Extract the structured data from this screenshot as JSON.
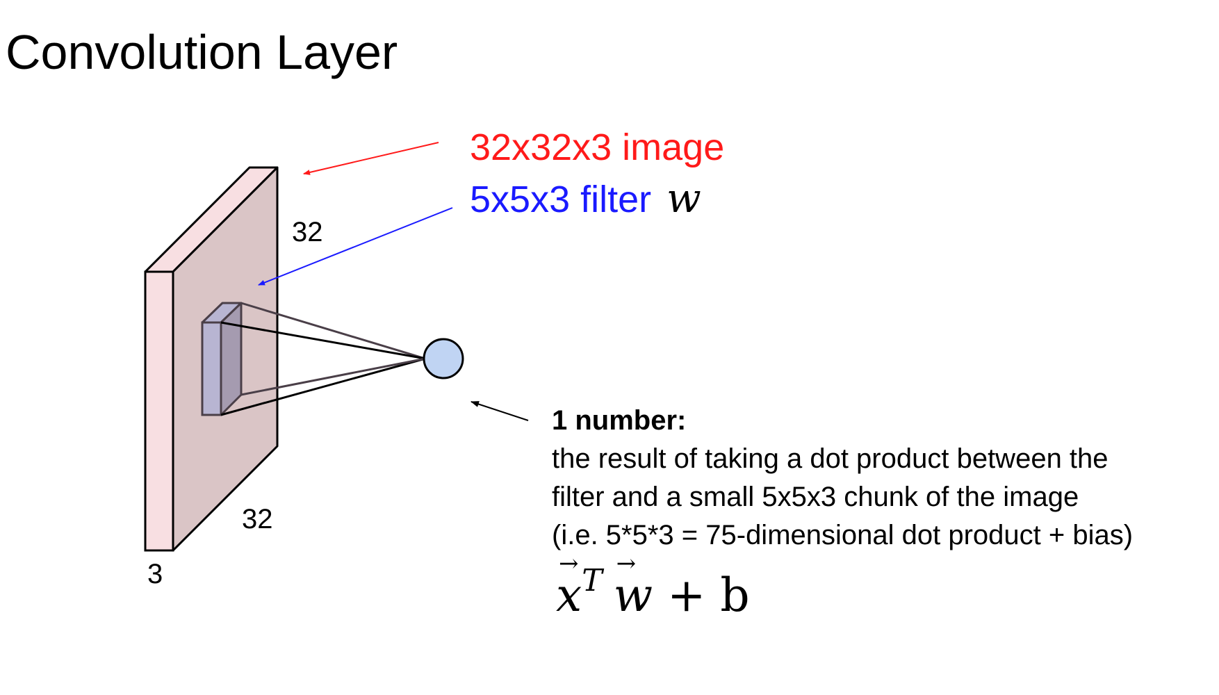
{
  "title": "Convolution Layer",
  "labels": {
    "image": "32x32x3 image",
    "filter": "5x5x3 filter",
    "filter_var": "w"
  },
  "dims": {
    "top": "32",
    "bottom": "32",
    "depth": "3"
  },
  "description": {
    "heading": "1 number:",
    "lines": [
      "the result of taking a dot product between the",
      "filter and a small 5x5x3 chunk of the image",
      "(i.e. 5*5*3 = 75-dimensional dot product + bias)"
    ]
  },
  "formula": {
    "x": "x",
    "sup": "T",
    "w": "w",
    "rest": "+ b"
  },
  "colors": {
    "image_front": "#f8dfe2",
    "image_face": "#dac5c6",
    "filter_front": "#b8b5d2",
    "filter_side": "#a59bb0",
    "neuron": "#c0d4f3",
    "image_label": "#ff1a1a",
    "filter_label": "#1a1aff"
  }
}
